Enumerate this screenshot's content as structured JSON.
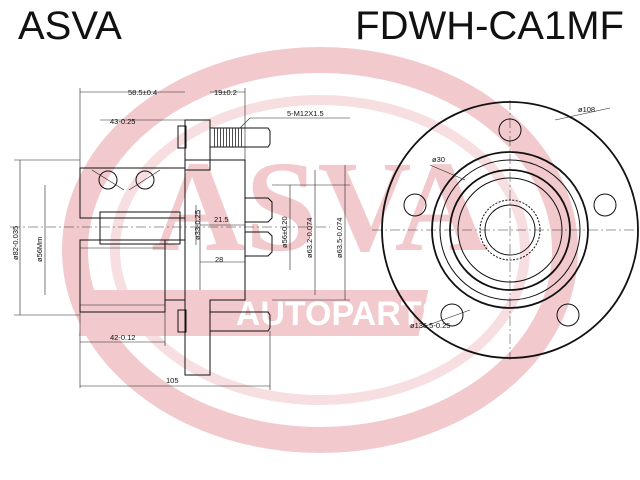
{
  "header": {
    "brand": "ASVA",
    "part_number": "FDWH-CA1MF"
  },
  "watermark": {
    "text": "ASVA",
    "subtext": "AUTOPARTS",
    "color": "#e8a0a6"
  },
  "dimensions": {
    "flange_to_face": "58.5±0.4",
    "stud_length": "19±0.2",
    "thread": "5-M12X1.5",
    "inner_43": "43-0.25",
    "od_82": "ø82-0.035",
    "d_56mm": "ø56Mm",
    "d_33": "ø33-0.25",
    "d_21_5": "21.5",
    "d_56": "ø56±0.20",
    "d_63_2": "ø63.2-0.074",
    "d_63_5": "ø63.5-0.074",
    "len_28": "28",
    "len_42": "42-0.12",
    "total_105": "105",
    "pcd_108": "ø108",
    "d_30": "ø30",
    "d_136_5": "ø136.5-0.25"
  },
  "colors": {
    "line": "#111111",
    "watermark": "#e8a0a6"
  }
}
